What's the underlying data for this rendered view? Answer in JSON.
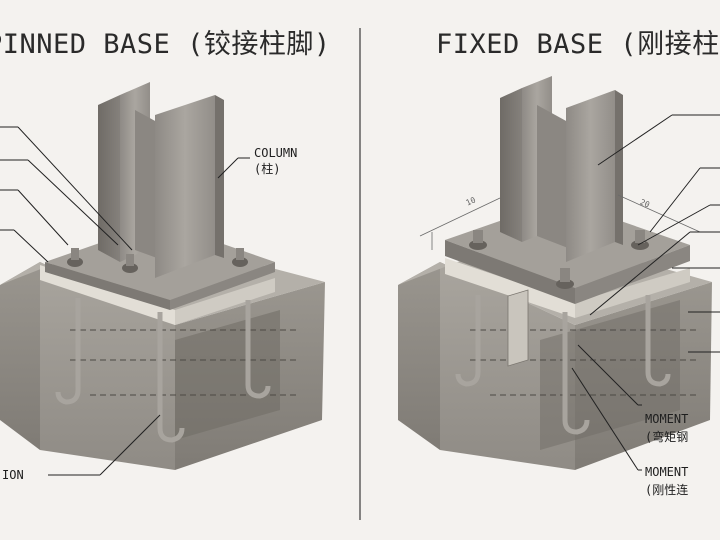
{
  "panels": {
    "left": {
      "title": "PINNED BASE (铰接柱脚)",
      "column_label": "COLUMN",
      "column_label_cn": "(柱)",
      "bottom_label": "ION"
    },
    "right": {
      "title": "FIXED BASE (刚接柱",
      "label_moment_1": "MOMENT",
      "label_moment_1_cn": "(弯矩钢",
      "label_moment_2": "MOMENT",
      "label_moment_2_cn": "(刚性连",
      "dim_a": "10",
      "dim_b": "20"
    }
  },
  "colors": {
    "background": "#f4f2ef",
    "steel": "#9c9893",
    "concrete": "#b9b5ae",
    "grout": "#dedbd4"
  }
}
